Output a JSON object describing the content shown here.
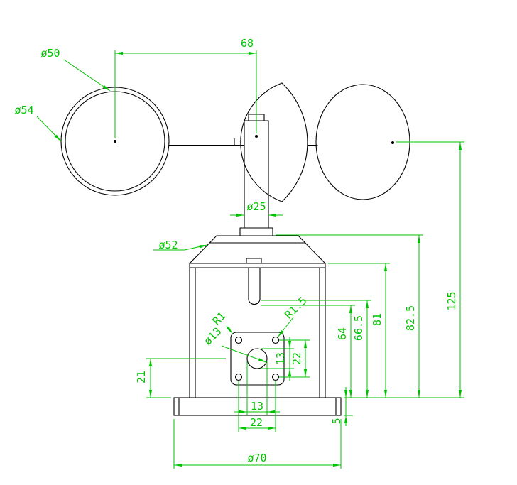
{
  "drawing": {
    "type": "cad-dimension-drawing",
    "subject": "three-cup anemometer with mounting base",
    "colors": {
      "geometry": "#000000",
      "dimension": "#00c300",
      "background": "#ffffff"
    },
    "dimensions": {
      "arm_spacing": "68",
      "cup_inner_dia": "ø50",
      "cup_outer_dia": "ø54",
      "shaft_dia": "ø25",
      "bell_dia": "ø52",
      "overall_height": "125",
      "height_82_5": "82.5",
      "height_81": "81",
      "height_66_5": "66.5",
      "height_64": "64",
      "fillet_r1_5": "R1.5",
      "fillet_r1": "R1",
      "center_hole_dia": "ø13",
      "hole_pitch_v_13": "13",
      "hole_pitch_v_22": "22",
      "plate_height_21": "21",
      "hole_pitch_h_13": "13",
      "hole_pitch_h_22": "22",
      "base_thickness_5": "5",
      "base_dia": "ø70"
    }
  }
}
